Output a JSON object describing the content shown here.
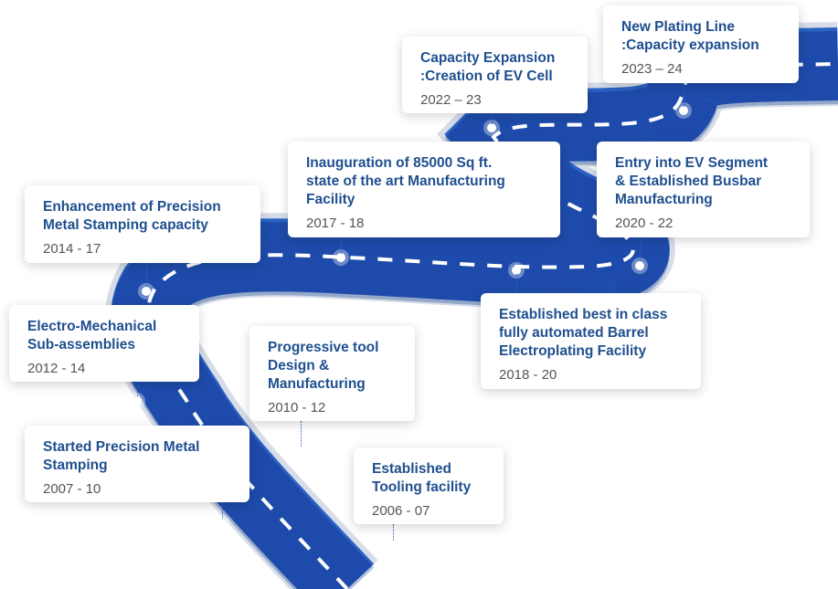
{
  "colors": {
    "road": "#2a62c5",
    "road_dark": "#1f4f9e",
    "road_edge": "#d7dde8",
    "dash": "#ffffff",
    "title": "#1f4f8f",
    "year": "#555555"
  },
  "milestones": [
    {
      "title": "Established\nTooling facility",
      "year": "2006 - 07"
    },
    {
      "title": "Started  Precision Metal\nStamping",
      "year": "2007 - 10"
    },
    {
      "title": "Progressive tool\nDesign &\nManufacturing",
      "year": "2010 - 12"
    },
    {
      "title": "Electro-Mechanical\nSub-assemblies",
      "year": "2012 - 14"
    },
    {
      "title": "Enhancement of Precision\nMetal Stamping capacity",
      "year": "2014 - 17"
    },
    {
      "title": "Inauguration of  85000 Sq ft.\nstate of the art Manufacturing\nFacility",
      "year": "2017 - 18"
    },
    {
      "title": "Established best in class\nfully automated Barrel\nElectroplating  Facility",
      "year": "2018 - 20"
    },
    {
      "title": "Entry into EV Segment\n& Established Busbar\nManufacturing",
      "year": "2020 - 22"
    },
    {
      "title": "Capacity Expansion\n:Creation of EV Cell",
      "year": "2022 – 23"
    },
    {
      "title": "New Plating Line\n:Capacity expansion",
      "year": "2023 – 24"
    }
  ]
}
